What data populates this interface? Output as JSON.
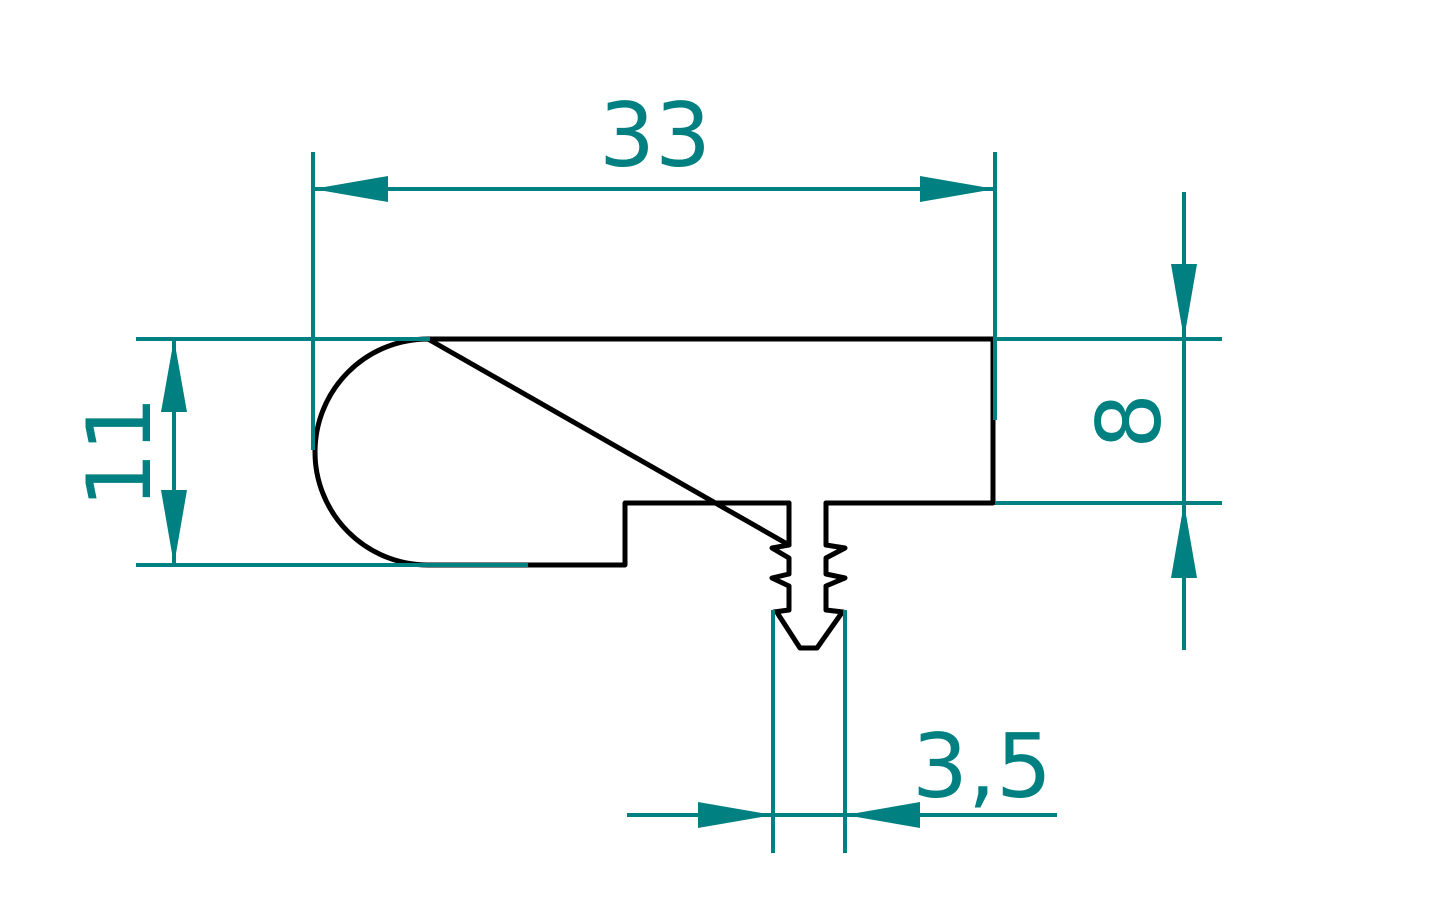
{
  "drawing": {
    "colors": {
      "dimension": "#008080",
      "outline": "#000000",
      "background": "#ffffff"
    },
    "dimensions": {
      "width_top": "33",
      "height_left": "11",
      "height_right": "8",
      "tab_width": "3,5"
    }
  }
}
